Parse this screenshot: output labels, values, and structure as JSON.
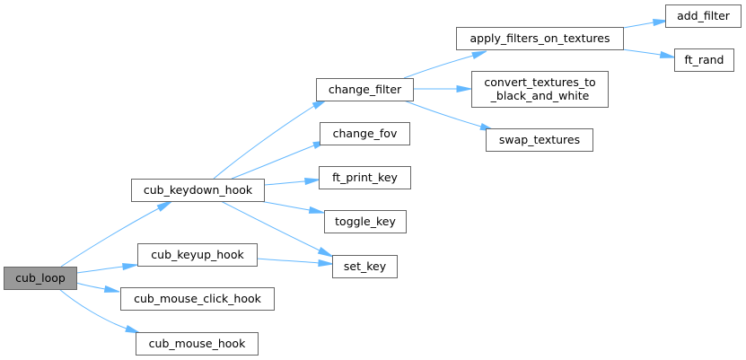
{
  "graph": {
    "nodes": [
      {
        "id": "cub_loop",
        "lines": [
          "cub_loop"
        ],
        "highlight": true
      },
      {
        "id": "cub_keydown_hook",
        "lines": [
          "cub_keydown_hook"
        ]
      },
      {
        "id": "cub_keyup_hook",
        "lines": [
          "cub_keyup_hook"
        ]
      },
      {
        "id": "cub_mouse_click_hook",
        "lines": [
          "cub_mouse_click_hook"
        ]
      },
      {
        "id": "cub_mouse_hook",
        "lines": [
          "cub_mouse_hook"
        ]
      },
      {
        "id": "change_filter",
        "lines": [
          "change_filter"
        ]
      },
      {
        "id": "change_fov",
        "lines": [
          "change_fov"
        ]
      },
      {
        "id": "ft_print_key",
        "lines": [
          "ft_print_key"
        ]
      },
      {
        "id": "toggle_key",
        "lines": [
          "toggle_key"
        ]
      },
      {
        "id": "set_key",
        "lines": [
          "set_key"
        ]
      },
      {
        "id": "apply_filters_on_textures",
        "lines": [
          "apply_filters_on_textures"
        ]
      },
      {
        "id": "convert_textures_to_black_and_white",
        "lines": [
          "convert_textures_to",
          "_black_and_white"
        ]
      },
      {
        "id": "swap_textures",
        "lines": [
          "swap_textures"
        ]
      },
      {
        "id": "add_filter",
        "lines": [
          "add_filter"
        ]
      },
      {
        "id": "ft_rand",
        "lines": [
          "ft_rand"
        ]
      }
    ],
    "edges": [
      {
        "from": "cub_loop",
        "to": "cub_keydown_hook"
      },
      {
        "from": "cub_loop",
        "to": "cub_keyup_hook"
      },
      {
        "from": "cub_loop",
        "to": "cub_mouse_click_hook"
      },
      {
        "from": "cub_loop",
        "to": "cub_mouse_hook"
      },
      {
        "from": "cub_keydown_hook",
        "to": "change_filter"
      },
      {
        "from": "cub_keydown_hook",
        "to": "change_fov"
      },
      {
        "from": "cub_keydown_hook",
        "to": "ft_print_key"
      },
      {
        "from": "cub_keydown_hook",
        "to": "toggle_key"
      },
      {
        "from": "cub_keydown_hook",
        "to": "set_key"
      },
      {
        "from": "cub_keyup_hook",
        "to": "set_key"
      },
      {
        "from": "change_filter",
        "to": "apply_filters_on_textures"
      },
      {
        "from": "change_filter",
        "to": "convert_textures_to_black_and_white"
      },
      {
        "from": "change_filter",
        "to": "swap_textures"
      },
      {
        "from": "apply_filters_on_textures",
        "to": "add_filter"
      },
      {
        "from": "apply_filters_on_textures",
        "to": "ft_rand"
      }
    ],
    "colors": {
      "node_fill": "#ffffff",
      "node_fill_highlight": "#999999",
      "node_border": "#666666",
      "edge": "#63b8ff",
      "text": "#000000"
    }
  }
}
